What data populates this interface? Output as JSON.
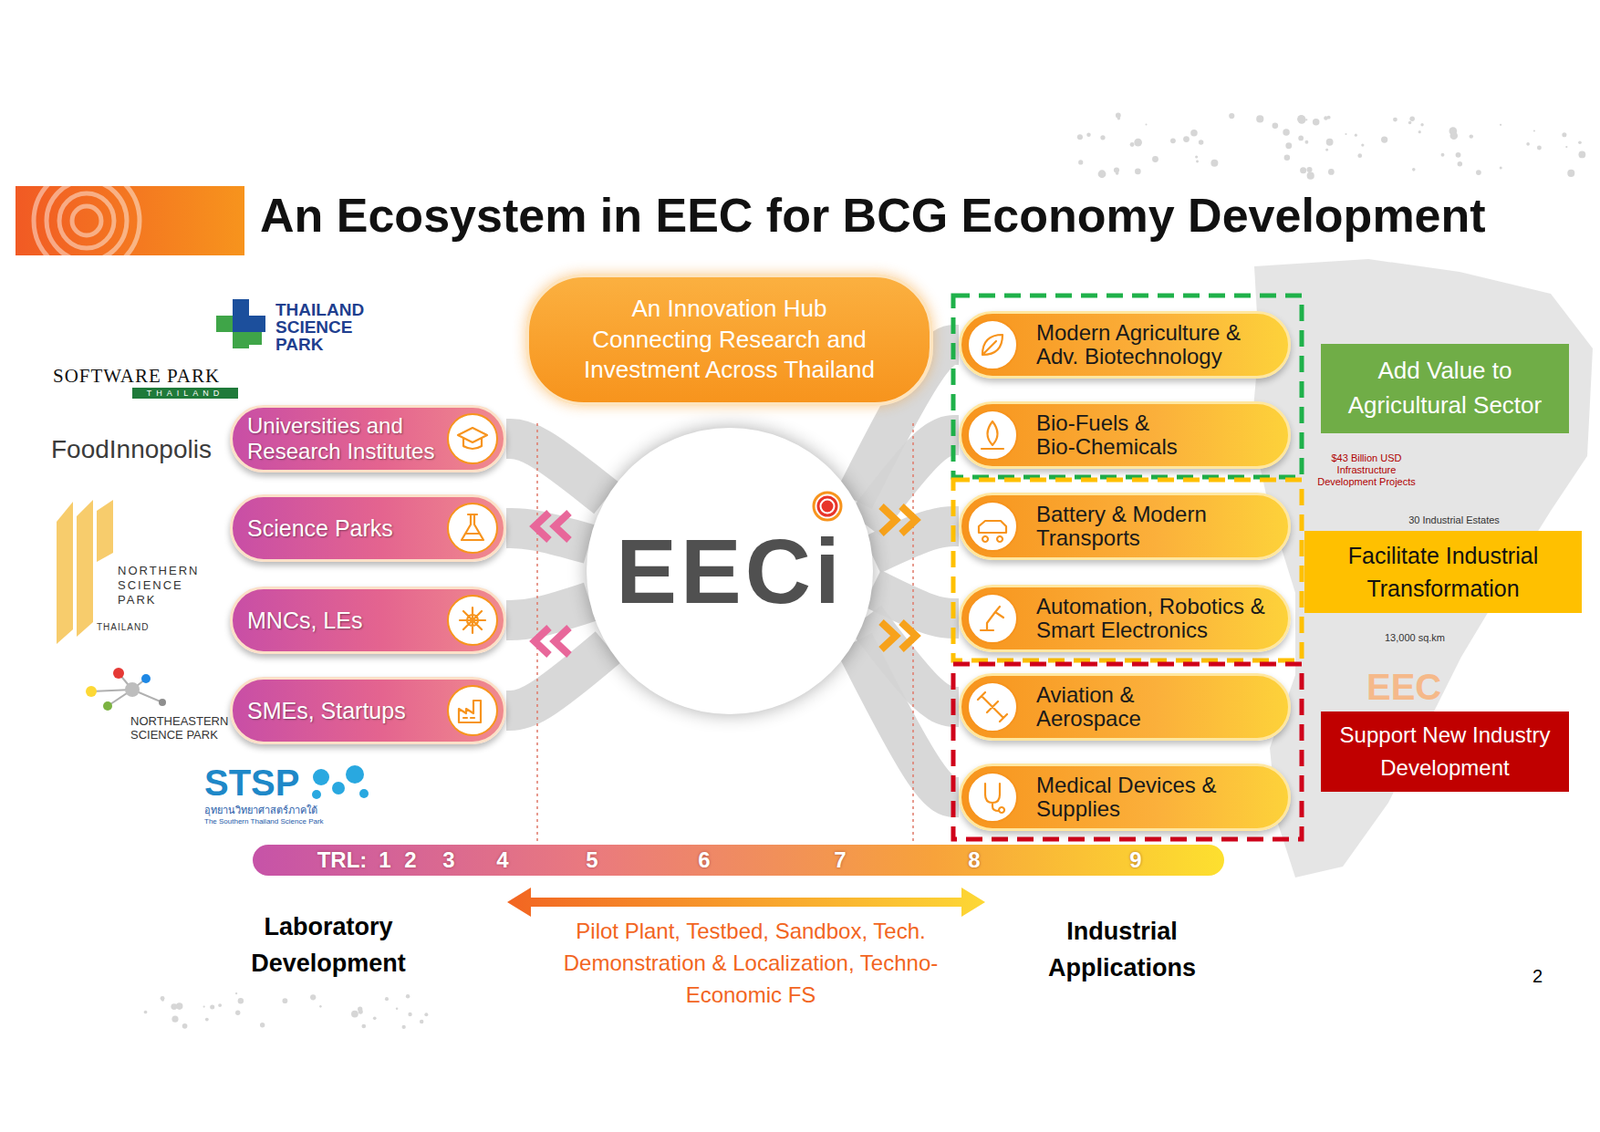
{
  "diagram": {
    "title": "An Ecosystem in EEC for BCG Economy Development",
    "nodes": [
      {
        "text": [
          "An Innovation Hub Connecting Research and Investment Across Thailand"
        ]
      },
      {
        "text": [
          "Universities and Research Institutes"
        ]
      },
      {
        "text": [
          "Science Parks"
        ]
      },
      {
        "text": [
          "MNCs, LEs"
        ]
      },
      {
        "text": [
          "SMEs, Startups"
        ]
      },
      {
        "text": [
          "EECi"
        ]
      },
      {
        "text": [
          "Modern Agriculture & Adv. Biotechnology"
        ]
      },
      {
        "text": [
          "Bio-Fuels & Bio-Chemicals"
        ]
      },
      {
        "text": [
          "Battery & Modern Transports"
        ]
      },
      {
        "text": [
          "Automation, Robotics & Smart Electronics"
        ]
      },
      {
        "text": [
          "Aviation & Aerospace"
        ]
      },
      {
        "text": [
          "Medical Devices & Supplies"
        ]
      },
      {
        "text": [
          "Add Value to Agricultural Sector"
        ]
      },
      {
        "text": [
          "Facilitate Industrial Transformation"
        ]
      },
      {
        "text": [
          "Support New Industry Development"
        ]
      }
    ],
    "edges": [
      {
        "from": 1,
        "to": 5,
        "arrow": "none"
      },
      {
        "from": 2,
        "to": 5,
        "arrow": "none"
      },
      {
        "from": 3,
        "to": 5,
        "arrow": "none"
      },
      {
        "from": 4,
        "to": 5,
        "arrow": "none"
      },
      {
        "from": 5,
        "to": 6,
        "arrow": "none"
      },
      {
        "from": 5,
        "to": 7,
        "arrow": "none"
      },
      {
        "from": 5,
        "to": 8,
        "arrow": "none"
      },
      {
        "from": 5,
        "to": 9,
        "arrow": "none"
      },
      {
        "from": 5,
        "to": 10,
        "arrow": "none"
      },
      {
        "from": 5,
        "to": 11,
        "arrow": "none"
      }
    ],
    "labels": [
      "THAILAND SCIENCE PARK",
      "SOFTWARE PARK",
      "THAILAND",
      "FoodInnopolis",
      "NORTHERN SCIENCE PARK",
      "THAILAND",
      "NORTHEASTERN SCIENCE PARK",
      "STSP",
      "อุทยานวิทยาศาสตร์ภาคใต้",
      "The Southern Thailand Science Park",
      "$43 Billion USD Infrastructure Development Projects",
      "30 Industrial Estates",
      "13,000 sq.km",
      "EEC",
      "TRL:",
      "1",
      "2",
      "3",
      "4",
      "5",
      "6",
      "7",
      "8",
      "9",
      "Laboratory Development",
      "Pilot Plant, Testbed, Sandbox, Tech. Demonstration & Localization, Techno-Economic FS",
      "Industrial Applications",
      "2"
    ]
  }
}
